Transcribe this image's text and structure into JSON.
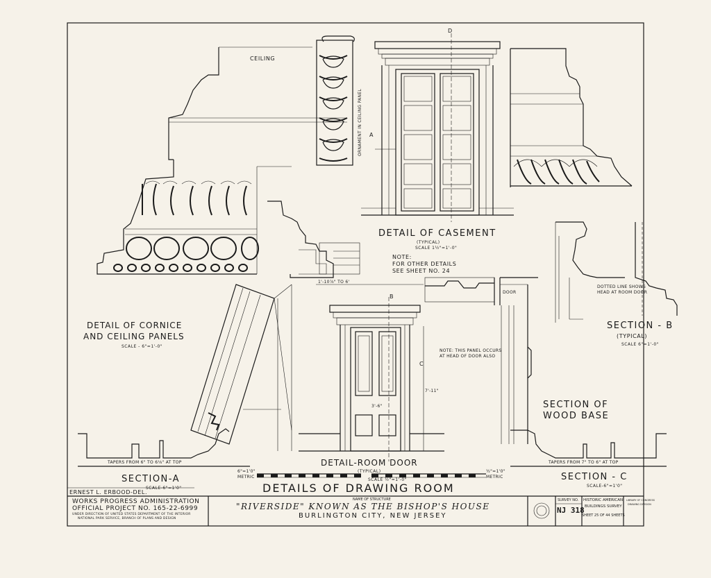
{
  "sheet": {
    "drawn_by": "ERNEST L. ERBOOD-DEL.",
    "main_title": "DETAILS OF DRAWING ROOM",
    "notes": {
      "other_details_1": "NOTE:",
      "other_details_2": "FOR OTHER DETAILS",
      "other_details_3": "SEE SHEET NO. 24",
      "panel_note_1": "NOTE: THIS PANEL OCCURS",
      "panel_note_2": "AT HEAD OF DOOR ALSO",
      "dotted_line_1": "DOTTED LINE SHOWS",
      "dotted_line_2": "HEAD AT ROOM DOOR",
      "ornament": "ORNAMENT IN CEILING PANEL",
      "ceiling": "CEILING",
      "door": "DOOR"
    }
  },
  "details": {
    "cornice_title_1": "DETAIL OF CORNICE",
    "cornice_title_2": "AND CEILING PANELS",
    "cornice_scale": "SCALE - 6\"=1'-0\"",
    "casement_title": "DETAIL OF CASEMENT",
    "casement_sub": "(TYPICAL)",
    "casement_scale": "SCALE 1½\"=1'-0\"",
    "section_b_title": "SECTION - B",
    "section_b_sub": "(TYPICAL)",
    "section_b_scale": "SCALE 6\"=1'-0\"",
    "wood_base_1": "SECTION OF",
    "wood_base_2": "WOOD BASE",
    "room_door_title": "DETAIL-ROOM DOOR",
    "room_door_sub": "(TYPICAL)",
    "room_door_scale": "SCALE ½\"=1'-0\"",
    "section_a_title": "SECTION-A",
    "section_a_scale": "SCALE-6\"=1'0\"",
    "section_c_title": "SECTION - C",
    "section_c_scale": "SCALE-6\"=1'0\""
  },
  "dimensions": {
    "tapers_a": "TAPERS FROM 6\" TO 6⅛\" AT TOP",
    "tapers_c": "TAPERS FROM 7\" TO 6\" AT TOP",
    "dim_1_10": "1'-10⅞\" TO 6'",
    "dim_7_11": "7'-11\"",
    "dim_3_6": "3'-6\"",
    "marker_a": "A",
    "marker_b": "B",
    "marker_c": "C",
    "marker_d": "D"
  },
  "titleblock": {
    "wpa_1": "WORKS PROGRESS ADMINISTRATION",
    "wpa_2": "OFFICIAL PROJECT NO. 165-22-6999",
    "wpa_3": "UNDER DIRECTION OF UNITED STATES DEPARTMENT OF THE INTERIOR",
    "wpa_4": "NATIONAL PARK SERVICE, BRANCH OF PLANS AND DESIGN",
    "name_label": "NAME OF STRUCTURE",
    "structure_name": "\"RIVERSIDE\" KNOWN AS THE BISHOP'S HOUSE",
    "location": "BURLINGTON CITY, NEW JERSEY",
    "survey_label": "SURVEY NO.",
    "survey_no": "NJ 318",
    "habs_1": "HISTORIC AMERICAN",
    "habs_2": "BUILDINGS SURVEY",
    "habs_3": "SHEET 25 OF 44 SHEETS",
    "library_1": "LIBRARY OF CONGRESS",
    "library_2": "DRAWING DIVISION"
  },
  "scale_bars": {
    "left_label_1": "6\"=1'0\"",
    "left_label_2": "METRIC",
    "right_label_1": "½\"=1'0\"",
    "right_label_2": "METRIC"
  }
}
